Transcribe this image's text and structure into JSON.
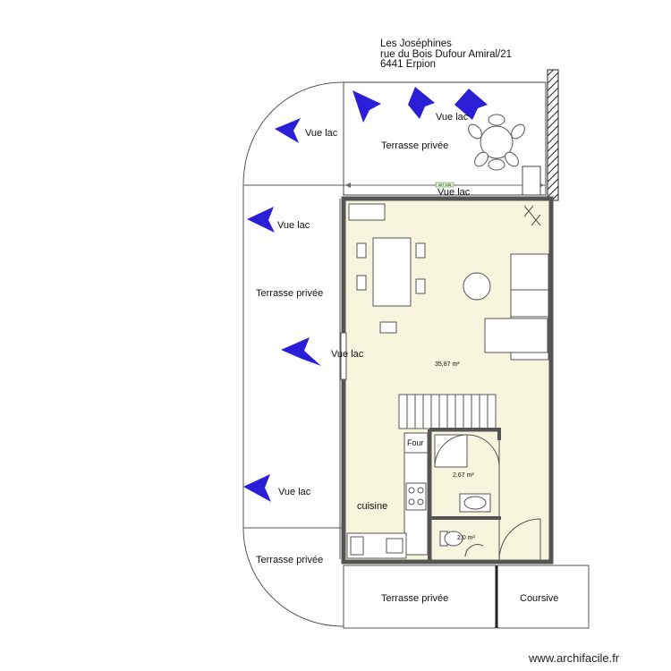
{
  "header": {
    "line1": "Les Joséphines",
    "line2": "rue du Bois Dufour Amiral/21",
    "line3": "6441 Erpion"
  },
  "labels": {
    "vue_lac": "Vue lac",
    "terrasse": "Terrasse privée",
    "coursive": "Coursive",
    "cuisine": "cuisine",
    "four": "Four",
    "area_main": "35,87 m²",
    "area_shower": "2,67 m²",
    "area_wc": "2,0 m²",
    "dim_tag": "407 155"
  },
  "colors": {
    "floor": "#f7f5dd",
    "wall": "#555555",
    "arrow": "#2a1fd6",
    "line": "#333333"
  },
  "credit": "www.archifacile.fr"
}
